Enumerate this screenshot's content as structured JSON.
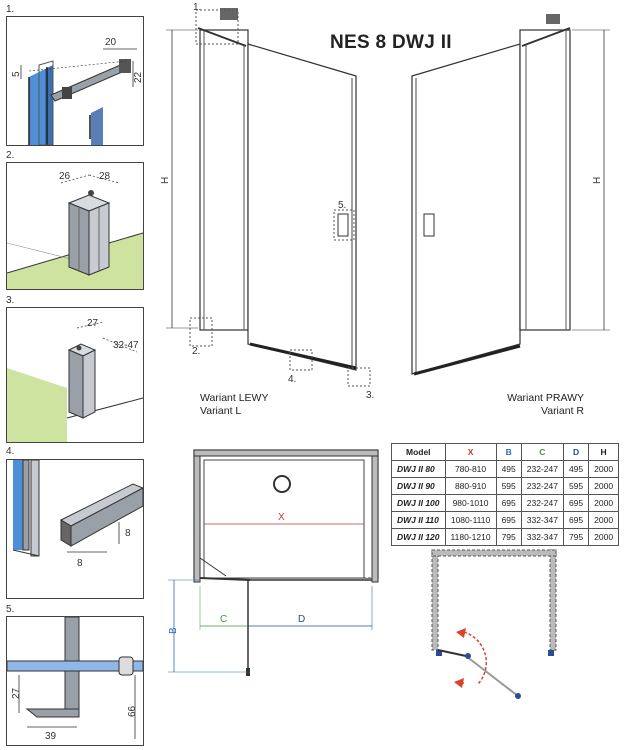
{
  "title": "NES 8 DWJ II",
  "detail_numbers": [
    "1.",
    "2.",
    "3.",
    "4.",
    "5."
  ],
  "callouts": [
    "1.",
    "2.",
    "3.",
    "4.",
    "5."
  ],
  "detail1": {
    "d20": "20",
    "d5": "5",
    "d22": "22"
  },
  "detail2": {
    "d26": "26",
    "d28": "28"
  },
  "detail3": {
    "d27": "27",
    "d32_47": "32-47"
  },
  "detail4": {
    "d8a": "8",
    "d8b": "8"
  },
  "detail5": {
    "d27": "27",
    "d39": "39",
    "d66": "66"
  },
  "elevation": {
    "h_left": "H",
    "h_right": "H"
  },
  "variant_left": {
    "line1": "Wariant LEWY",
    "line2": "Variant L"
  },
  "variant_right": {
    "line1": "Wariant PRAWY",
    "line2": "Variant R"
  },
  "plan": {
    "x": "X",
    "b": "B",
    "c": "C",
    "d": "D"
  },
  "table": {
    "headers": [
      "Model",
      "X",
      "B",
      "C",
      "D",
      "H"
    ],
    "header_colors": [
      "#222222",
      "#c0392b",
      "#2a6fb5",
      "#3a9a3a",
      "#2a4a9a",
      "#222222"
    ],
    "rows": [
      [
        "DWJ II 80",
        "780-810",
        "495",
        "232-247",
        "495",
        "2000"
      ],
      [
        "DWJ II 90",
        "880-910",
        "595",
        "232-247",
        "595",
        "2000"
      ],
      [
        "DWJ II 100",
        "980-1010",
        "695",
        "232-247",
        "695",
        "2000"
      ],
      [
        "DWJ II 110",
        "1080-1110",
        "695",
        "332-347",
        "695",
        "2000"
      ],
      [
        "DWJ II 120",
        "1180-1210",
        "795",
        "332-347",
        "795",
        "2000"
      ]
    ]
  },
  "colors": {
    "x": "#c0392b",
    "b": "#2a6fb5",
    "c": "#3a9a3a",
    "d": "#2a4a9a",
    "arrow": "#d9422b",
    "floor": "#cfe3a0",
    "glass": "#4f8fd6"
  }
}
